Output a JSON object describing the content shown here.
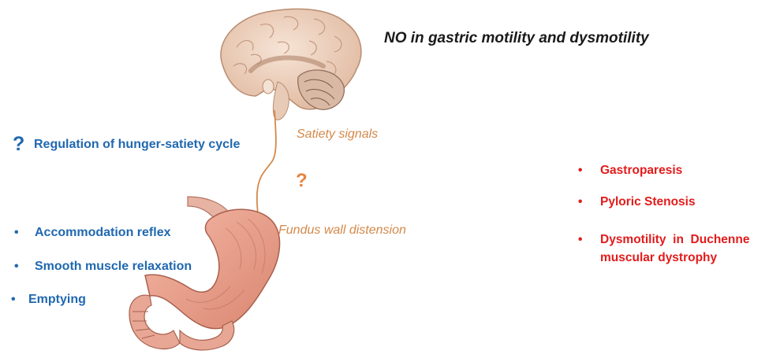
{
  "title": "NO in gastric motility and dysmotility",
  "labels": {
    "satiety_signals": "Satiety signals",
    "question_mid": "?",
    "fundus": "Fundus wall distension"
  },
  "left": {
    "question": "?",
    "regulation": "Regulation of  hunger-satiety cycle",
    "bullet": "•",
    "items": [
      "Accommodation reflex",
      "Smooth muscle relaxation",
      "Emptying"
    ]
  },
  "right": {
    "bullet": "•",
    "items": [
      "Gastroparesis",
      "Pyloric Stenosis",
      "Dysmotility  in  Duchenne",
      "muscular dystrophy"
    ]
  },
  "colors": {
    "blue": "#2068b0",
    "red": "#e31b1b",
    "orange": "#d4894a",
    "stomach": "#e8a08e",
    "brain": "#efd3c0"
  },
  "icons": [
    "brain-illustration",
    "stomach-illustration"
  ]
}
